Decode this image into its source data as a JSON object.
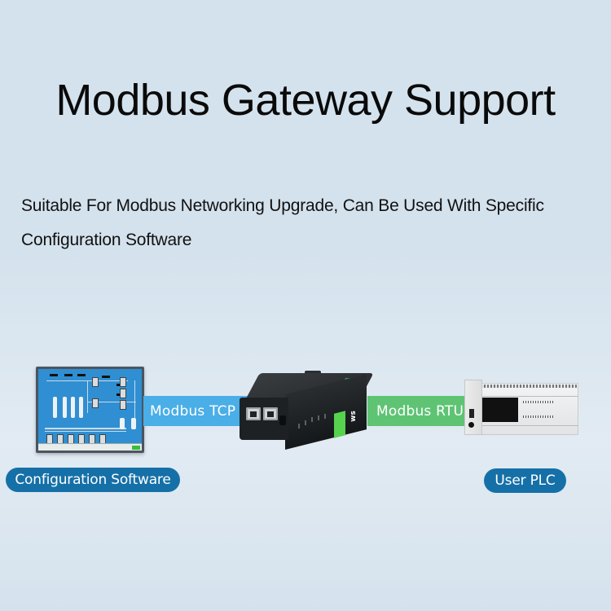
{
  "header": {
    "title": "Modbus Gateway Support",
    "subtitle": "Suitable For Modbus Networking Upgrade, Can Be Used With Specific Configuration Software"
  },
  "diagram": {
    "nodes": [
      {
        "id": "configuration-software",
        "label": "Configuration Software",
        "image": "scada-screen"
      },
      {
        "id": "gateway",
        "label": "",
        "image": "modbus-gateway-device"
      },
      {
        "id": "user-plc",
        "label": "User PLC",
        "image": "plc-controller"
      }
    ],
    "links": [
      {
        "from": "configuration-software",
        "to": "gateway",
        "label": "Modbus TCP",
        "color": "#4aaee7"
      },
      {
        "from": "gateway",
        "to": "user-plc",
        "label": "Modbus RTU",
        "color": "#5ec474"
      }
    ]
  },
  "labels": {
    "config_software": "Configuration Software",
    "user_plc": "User PLC",
    "tcp": "Modbus TCP",
    "rtu": "Modbus RTU"
  },
  "gateway": {
    "logo_text": "ws"
  },
  "colors": {
    "background": "#d4e2ed",
    "pill": "#1670a8",
    "tcp_bar": "#4aaee7",
    "rtu_bar": "#5ec474",
    "scada_bg": "#2f8fd2"
  }
}
